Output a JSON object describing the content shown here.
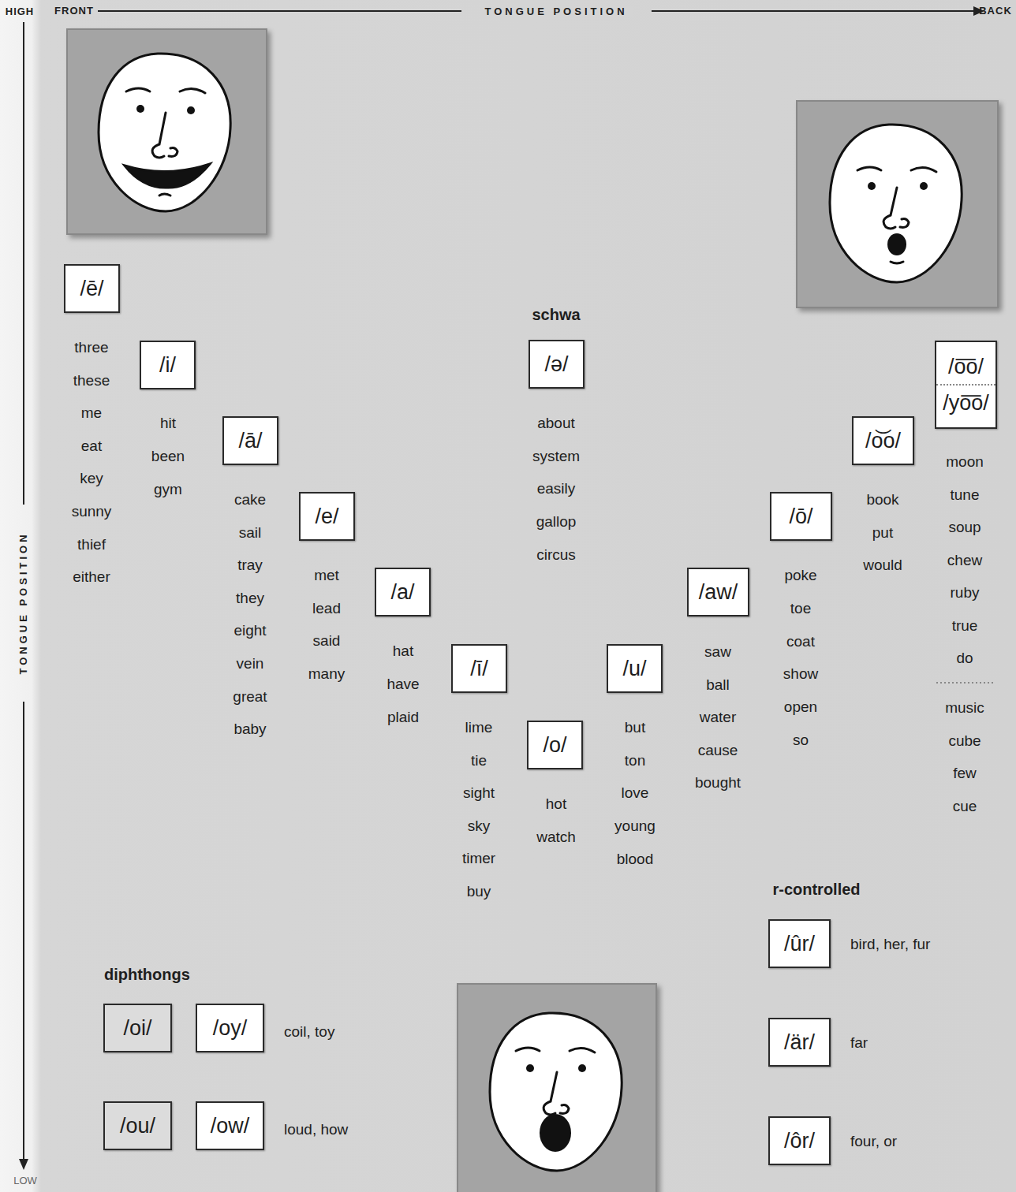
{
  "diagram": {
    "nodes": [
      {
        "text": [
          "/ē/"
        ]
      },
      {
        "text": [
          "/i/"
        ]
      },
      {
        "text": [
          "/ā/"
        ]
      },
      {
        "text": [
          "/e/"
        ]
      },
      {
        "text": [
          "/a/"
        ]
      },
      {
        "text": [
          "/ī/"
        ]
      },
      {
        "text": [
          "/ə/"
        ]
      },
      {
        "text": [
          "/o/"
        ]
      },
      {
        "text": [
          "/u/"
        ]
      },
      {
        "text": [
          "/aw/"
        ]
      },
      {
        "text": [
          "/ō/"
        ]
      },
      {
        "text": [
          "/o͝o/"
        ]
      },
      {
        "text": [
          "/o͞o/",
          "/yo͞o/"
        ]
      },
      {
        "text": [
          "/oi/"
        ]
      },
      {
        "text": [
          "/oy/"
        ]
      },
      {
        "text": [
          "/ou/"
        ]
      },
      {
        "text": [
          "/ow/"
        ]
      },
      {
        "text": [
          "/ûr/"
        ]
      },
      {
        "text": [
          "/är/"
        ]
      },
      {
        "text": [
          "/ôr/"
        ]
      }
    ],
    "labels": [
      "HIGH",
      "FRONT",
      "TONGUE POSITION",
      "BACK",
      "TONGUE POSITION",
      "LOW",
      "three",
      "these",
      "me",
      "eat",
      "key",
      "sunny",
      "thief",
      "either",
      "hit",
      "been",
      "gym",
      "cake",
      "sail",
      "tray",
      "they",
      "eight",
      "vein",
      "great",
      "baby",
      "met",
      "lead",
      "said",
      "many",
      "hat",
      "have",
      "plaid",
      "lime",
      "tie",
      "sight",
      "sky",
      "timer",
      "buy",
      "schwa",
      "about",
      "system",
      "easily",
      "gallop",
      "circus",
      "hot",
      "watch",
      "but",
      "ton",
      "love",
      "young",
      "blood",
      "saw",
      "ball",
      "water",
      "cause",
      "bought",
      "poke",
      "toe",
      "coat",
      "show",
      "open",
      "so",
      "book",
      "put",
      "would",
      "moon",
      "tune",
      "soup",
      "chew",
      "ruby",
      "true",
      "do",
      "music",
      "cube",
      "few",
      "cue",
      "r-controlled",
      "bird, her, fur",
      "far",
      "four, or",
      "diphthongs",
      "coil, toy",
      "loud, how"
    ]
  }
}
